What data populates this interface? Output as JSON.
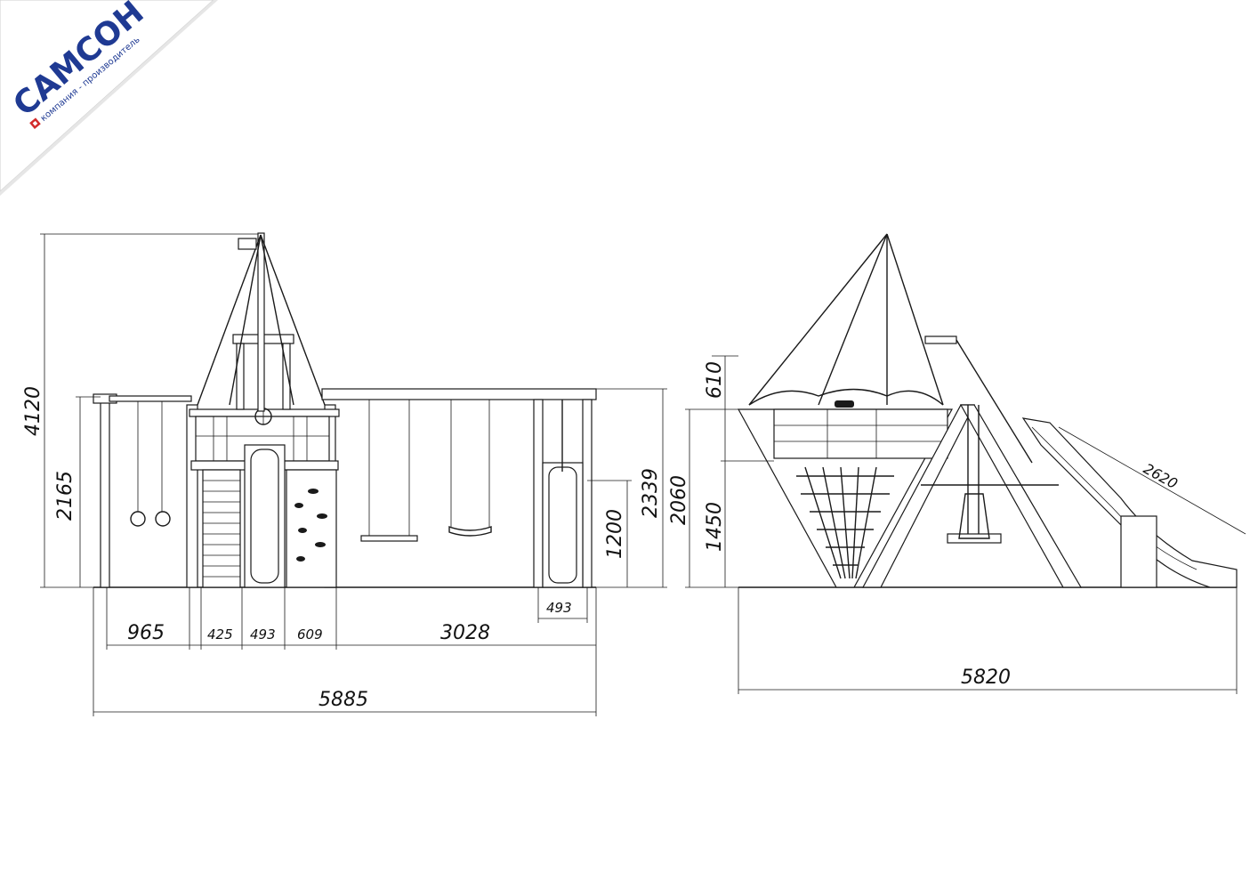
{
  "brand": {
    "name": "САМСОН",
    "tagline": "компания - производитель",
    "color": "#1f3a93",
    "accent": "#d22b2b"
  },
  "front_view": {
    "dims": {
      "total_height": "4120",
      "ring_height": "2165",
      "swing_height": "2339",
      "slide_height": "1200",
      "slide_width": "493",
      "w_rings": "965",
      "w_ladder": "425",
      "w_slide": "493",
      "w_wall": "609",
      "w_swings": "3028",
      "total_width": "5885"
    }
  },
  "side_view": {
    "dims": {
      "h_sail": "610",
      "h_total": "2060",
      "h_deck": "1450",
      "slide_length": "2620",
      "total_width": "5820"
    }
  }
}
